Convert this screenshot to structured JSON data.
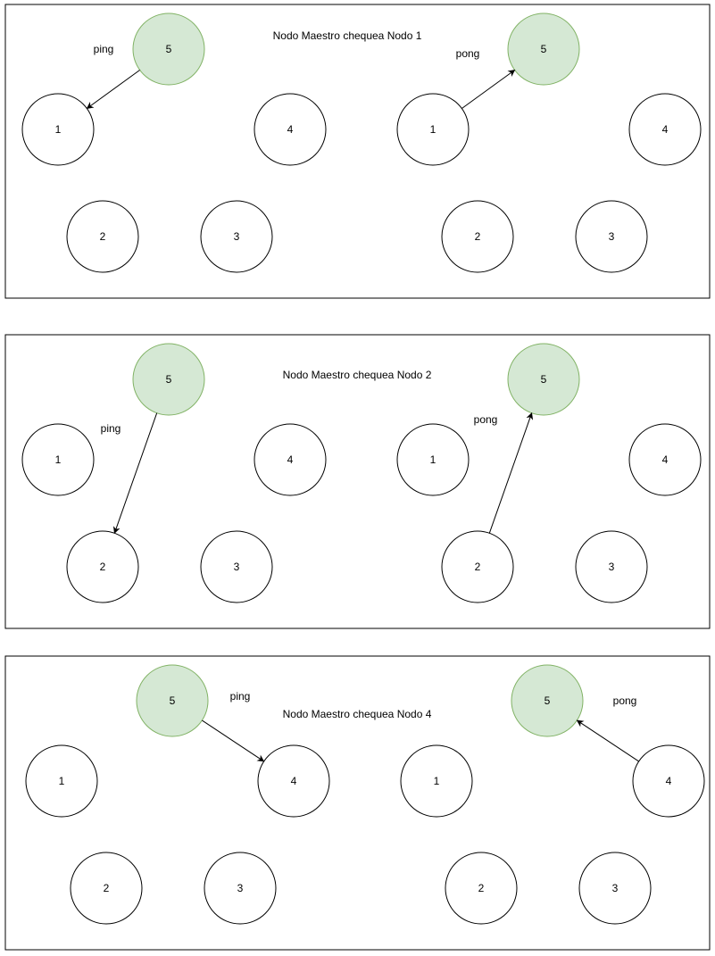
{
  "colors": {
    "master_fill": "#d5e8d4",
    "master_stroke": "#82b366",
    "node_fill": "#ffffff",
    "node_stroke": "#000000"
  },
  "panels": [
    {
      "title": "Nodo Maestro chequea Nodo 1",
      "sides": [
        {
          "message": "ping",
          "direction": "master-to-node",
          "target": "1",
          "nodes": [
            "5",
            "1",
            "4",
            "2",
            "3"
          ]
        },
        {
          "message": "pong",
          "direction": "node-to-master",
          "target": "1",
          "nodes": [
            "5",
            "1",
            "4",
            "2",
            "3"
          ]
        }
      ]
    },
    {
      "title": "Nodo Maestro chequea Nodo 2",
      "sides": [
        {
          "message": "ping",
          "direction": "master-to-node",
          "target": "2",
          "nodes": [
            "5",
            "1",
            "4",
            "2",
            "3"
          ]
        },
        {
          "message": "pong",
          "direction": "node-to-master",
          "target": "2",
          "nodes": [
            "5",
            "1",
            "4",
            "2",
            "3"
          ]
        }
      ]
    },
    {
      "title": "Nodo Maestro chequea Nodo 4",
      "sides": [
        {
          "message": "ping",
          "direction": "master-to-node",
          "target": "4",
          "nodes": [
            "5",
            "1",
            "4",
            "2",
            "3"
          ]
        },
        {
          "message": "pong",
          "direction": "node-to-master",
          "target": "4",
          "nodes": [
            "5",
            "1",
            "4",
            "2",
            "3"
          ]
        }
      ]
    }
  ]
}
